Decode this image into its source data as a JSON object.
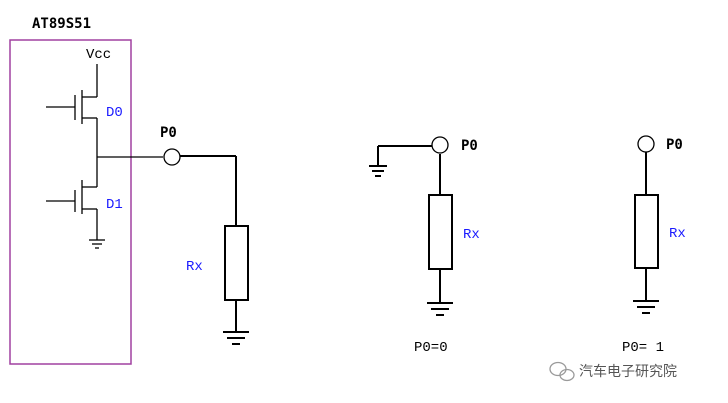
{
  "chip": {
    "name": "AT89S51",
    "vcc": "Vcc",
    "d0": "D0",
    "d1": "D1"
  },
  "pin_label": "P0",
  "resistor_label": "Rx",
  "states": {
    "low": "P0=0",
    "high": "P0= 1"
  },
  "watermark": "汽车电子研究院",
  "colors": {
    "chip_border": "#a040a0",
    "label_blue": "#1a1aff",
    "line": "#000000",
    "pin_fill": "#ffffff"
  }
}
